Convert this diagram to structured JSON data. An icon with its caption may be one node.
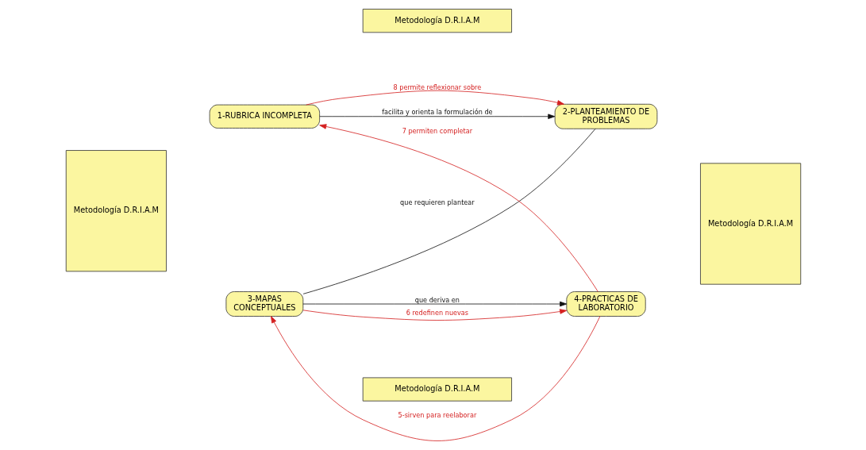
{
  "diagram": {
    "nodes": [
      {
        "text": [
          "Metodología D.R.I.A.M"
        ]
      },
      {
        "text": [
          "Metodología D.R.I.A.M"
        ]
      },
      {
        "text": [
          "1-RUBRICA INCOMPLETA"
        ]
      },
      {
        "text": [
          "2-PLANTEAMIENTO DE PROBLEMAS"
        ]
      },
      {
        "text": [
          "Metodología D.R.I.A.M"
        ]
      },
      {
        "text": [
          "3-MAPAS CONCEPTUALES"
        ]
      },
      {
        "text": [
          "4-PRACTICAS DE LABORATORIO"
        ]
      },
      {
        "text": [
          "Metodología D.R.I.A.M"
        ]
      }
    ],
    "edges": [
      {
        "from": 2,
        "to": 3,
        "arrow": "to",
        "label": "8 permite reflexionar sobre"
      },
      {
        "from": 2,
        "to": 3,
        "arrow": "to",
        "label": "facilita y orienta la formulación de",
        "color": "#111111"
      },
      {
        "from": 5,
        "to": 3,
        "arrow": "none",
        "label": "que requieren plantear",
        "color": "#111111"
      },
      {
        "from": 6,
        "to": 2,
        "arrow": "to",
        "label": "7 permiten completar"
      },
      {
        "from": 5,
        "to": 6,
        "arrow": "to",
        "label": "que deriva en",
        "color": "#111111"
      },
      {
        "from": 5,
        "to": 6,
        "arrow": "to",
        "label": "6 redefinen nuevas"
      },
      {
        "from": 6,
        "to": 5,
        "arrow": "to",
        "label": "5-sirven para reelaborar"
      }
    ]
  }
}
